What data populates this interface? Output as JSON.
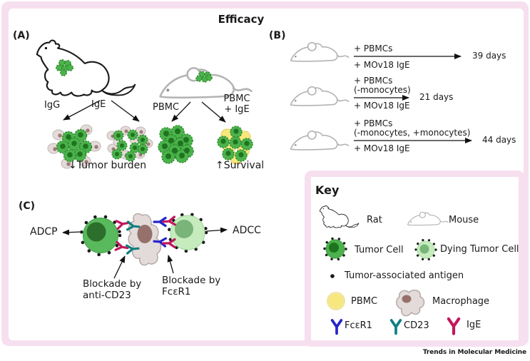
{
  "title": "Efficacy",
  "journal_name": "Trends in Molecular Medicine",
  "panel_a": {
    "label": "(A)",
    "igg_label": "IgG",
    "ige_label": "IgE",
    "pbmc_label": "PBMC",
    "pbmc_ige_label_line1": "PBMC",
    "pbmc_ige_label_line2": "+ IgE",
    "tumor_burden_outcome": "↓Tumor burden",
    "survival_outcome": "↑Survival"
  },
  "panel_b": {
    "label": "(B)",
    "experiments": [
      {
        "treatment_line1": "+ PBMCs",
        "treatment_line2": "",
        "treatment_bottom": "+ MOv18 IgE",
        "survival": "39 days"
      },
      {
        "treatment_line1": "+ PBMCs",
        "treatment_line2": "(-monocytes)",
        "treatment_bottom": "+ MOv18 IgE",
        "survival": "21 days"
      },
      {
        "treatment_line1": "+ PBMCs",
        "treatment_line2": "(-monocytes, +monocytes)",
        "treatment_bottom": "+ MOv18 IgE",
        "survival": "44 days"
      }
    ]
  },
  "panel_c": {
    "label": "(C)",
    "adcp_label": "ADCP",
    "adcc_label": "ADCC",
    "blockade_cd23_line1": "Blockade by",
    "blockade_cd23_line2": "anti-CD23",
    "blockade_fcer1_line1": "Blockade by",
    "blockade_fcer1_line2": "FcεR1"
  },
  "key": {
    "heading": "Key",
    "rat": "Rat",
    "mouse": "Mouse",
    "tumor_cell": "Tumor Cell",
    "dying_tumor_cell": "Dying Tumor Cell",
    "antigen": "Tumor-associated antigen",
    "pbmc": "PBMC",
    "macrophage": "Macrophage",
    "fcer1": "FcεR1",
    "cd23": "CD23",
    "ige": "IgE"
  },
  "colors": {
    "frame_pink": "#f6e0f0",
    "tumor_green": "#4cb24c",
    "tumor_nucleus_green": "#1e741e",
    "dying_green": "#c6ecbe",
    "dying_nucleus_green": "#79b579",
    "pbmc_yellow": "#f7e87d",
    "macrophage_body": "#e3dbd9",
    "macrophage_nucleus": "#96706a",
    "fcer1_blue": "#2424cc",
    "cd23_teal": "#0e7f7f",
    "ige_crimson": "#c2185b"
  }
}
